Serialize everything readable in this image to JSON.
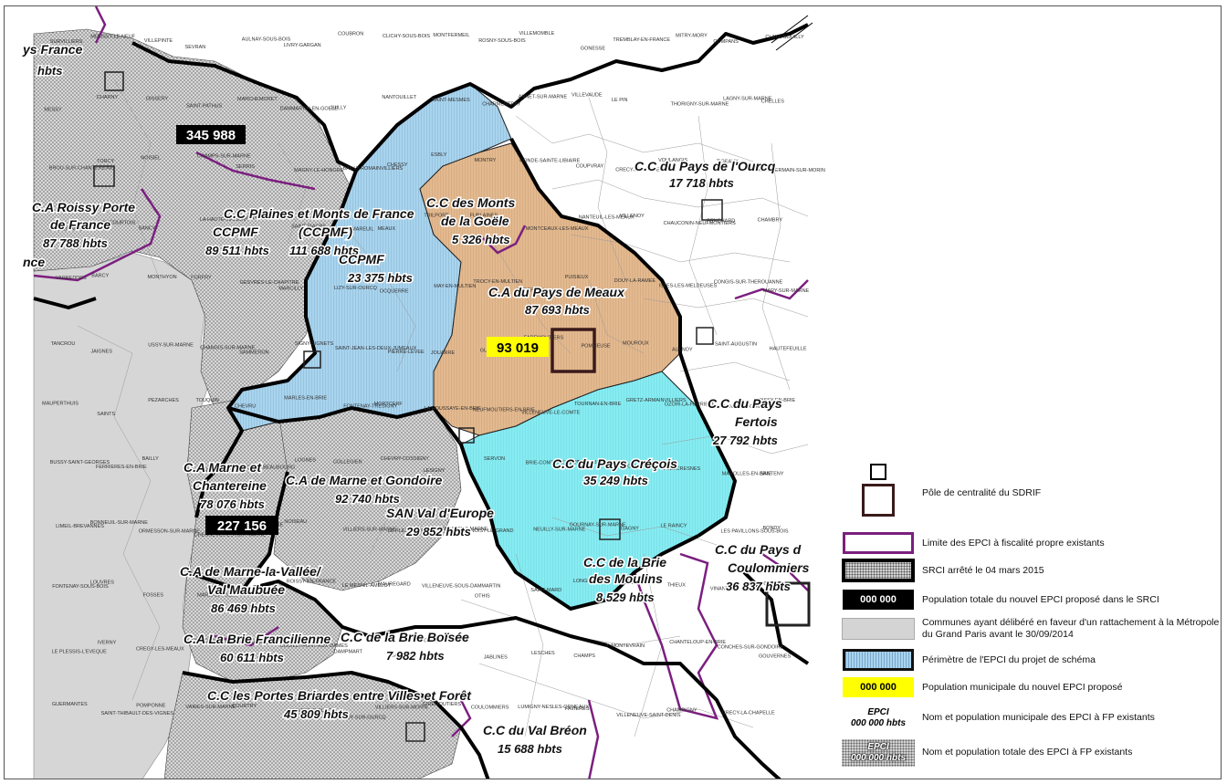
{
  "map": {
    "epci": [
      {
        "name": "C.C du Pays de l'Ourcq",
        "population": "17 718 hbts"
      },
      {
        "name": "C.C des Monts de la Goële",
        "population": "5 326 hbts"
      },
      {
        "name": "C.A du Pays de Meaux",
        "population": "87 693 hbts"
      },
      {
        "name": "C.C du Pays Fertois",
        "population": "27 792 hbts"
      },
      {
        "name": "C.C du Pays Créçois",
        "population": "35 249 hbts"
      },
      {
        "name": "C.C de la Brie des Moulins",
        "population": "8 529 hbts"
      },
      {
        "name": "C.C du Pays de Coulommiers",
        "population": "36 837 hbts"
      },
      {
        "name": "C.C de la Brie Boïsée",
        "population": "7 982 hbts"
      },
      {
        "name": "C.C du Val Bréon",
        "population": "15 688 hbts"
      },
      {
        "name": "C.C Plaines et Monts de France (CCPMF)",
        "population": "111 688 hbts"
      },
      {
        "name": "CCPMF",
        "population": "89 511 hbts"
      },
      {
        "name": "CCPMF",
        "population": "23 375 hbts"
      },
      {
        "name": "C.A Roissy Porte de France",
        "population": "87 788 hbts"
      },
      {
        "name": "C.A Marne et Chantereine",
        "population": "78 076 hbts"
      },
      {
        "name": "C.A de Marne et Gondoire",
        "population": "92 740 hbts"
      },
      {
        "name": "SAN Val d'Europe",
        "population": "29 852 hbts"
      },
      {
        "name": "C.A de Marne-la-Vallée/ Val Maubuée",
        "population": "86 469 hbts"
      },
      {
        "name": "C.A La Brie Francilienne",
        "population": "60 611 hbts"
      },
      {
        "name": "C.C les Portes Briardes entre Villes et Forêt",
        "population": "45 809 hbts"
      }
    ],
    "partial_labels": {
      "top_left_name": "ys France",
      "top_left_pop": "hbts",
      "left_fragment": "nce"
    },
    "badges": {
      "total_1": "345 988",
      "total_2": "227 156",
      "municipal": "93 019"
    },
    "communes": [
      "SURVILLIERS",
      "MOUSSY-LE-NEUF",
      "VILLEPINTE",
      "SEVRAN",
      "AULNAY-SOUS-BOIS",
      "LIVRY-GARGAN",
      "COUBRON",
      "CLICHY-SOUS-BOIS",
      "MONTFERMEIL",
      "ROSNY-SOUS-BOIS",
      "VILLEMOMBLE",
      "GONESSE",
      "TREMBLAY-EN-FRANCE",
      "MITRY-MORY",
      "COMPANS",
      "CLAYE-SOUILLY",
      "MESSY",
      "CHARNY",
      "OISSERY",
      "SAINT-PATHUS",
      "MARCHEMORET",
      "DAMMARTIN-EN-GOELE",
      "JUILLY",
      "NANTOUILLET",
      "SAINT-MESMES",
      "CHARMENTRAY",
      "ANNET-SUR-MARNE",
      "VILLEVAUDE",
      "LE PIN",
      "THORIGNY-SUR-MARNE",
      "LAGNY-SUR-MARNE",
      "CHELLES",
      "BROU-SUR-CHANTEREINE",
      "TORCY",
      "NOISIEL",
      "CHAMPS-SUR-MARNE",
      "SERRIS",
      "MAGNY-LE-HONGRE",
      "BAILLY-ROMAINVILLIERS",
      "CHESSY",
      "ESBLY",
      "MONTRY",
      "CONDE-SAINTE-LIBIAIRE",
      "COUPVRAY",
      "CRECY-LA-CHAPELLE",
      "VOULANGIS",
      "TIGEAUX",
      "SAINT-GERMAIN-SUR-MORIN",
      "COULOMMES",
      "VAUCOURTOIS",
      "SANCY",
      "LA HAUTE-MAISON",
      "BOUTIGNY",
      "SAINT-FIACRE",
      "VILLEMAREUIL",
      "MEAUX",
      "TRILPORT",
      "FUBLAINES",
      "MONTCEAUX-LES-MEAUX",
      "NANTEUIL-LES-MEAUX",
      "VILLENOY",
      "CHAUCONIN-NEUFMONTIERS",
      "PENCHARD",
      "CHAMBRY",
      "VARREDDES",
      "BARCY",
      "MONTHYON",
      "FORFRY",
      "GESVRES-LE-CHAPITRE",
      "MARCILLY",
      "LIZY-SUR-OURCQ",
      "OCQUERRE",
      "MAY-EN-MULTIEN",
      "TROCY-EN-MULTIEN",
      "ETREPILLY",
      "PUISIEUX",
      "DOUY-LA-RAMEE",
      "ISLES-LES-MELDEUSES",
      "CONGIS-SUR-THEROUANNE",
      "MARY-SUR-MARNE",
      "TANCROU",
      "JAIGNES",
      "USSY-SUR-MARNE",
      "CHANGIS-SUR-MARNE",
      "SAMMERON",
      "SIGNY-SIGNETS",
      "SAINT-JEAN-LES-DEUX-JUMEAUX",
      "PIERRE-LEVEE",
      "JOUARRE",
      "GUERARD",
      "FAREMOUTIERS",
      "POMMEUSE",
      "MOUROUX",
      "AULNOY",
      "SAINT-AUGUSTIN",
      "HAUTEFEUILLE",
      "MAUPERTHUIS",
      "SAINTS",
      "PEZARCHES",
      "TOUQUIN",
      "CHEVRU",
      "MARLES-EN-BRIE",
      "FONTENAY-TRESIGNY",
      "MORTCERF",
      "LA HOUSSAYE-EN-BRIE",
      "NEUFMOUTIERS-EN-BRIE",
      "VILLENEUVE-LE-COMTE",
      "TOURNAN-EN-BRIE",
      "GRETZ-ARMAINVILLIERS",
      "OZOIR-LA-FERRIERE",
      "PONTAULT-COMBAULT",
      "ROISSY-EN-BRIE",
      "BUSSY-SAINT-GEORGES",
      "FERRIERES-EN-BRIE",
      "BAILLY",
      "EMERAINVILLE",
      "CROISSY-BEAUBOURG",
      "LOGNES",
      "COLLEGIEN",
      "CHEVRY-COSSIGNY",
      "LESIGNY",
      "SERVON",
      "BRIE-COMTE-ROBERT",
      "SUCY-EN-BRIE",
      "BOISSY-SAINT-LEGER",
      "VILLECRESNES",
      "MAROLLES-EN-BRIE",
      "SANTENY",
      "LIMEIL-BREVANNES",
      "BONNEUIL-SUR-MARNE",
      "ORMESSON-SUR-MARNE",
      "CHENNEVIERES-SUR-MARNE",
      "LA QUEUE-EN-BRIE",
      "NOISEAU",
      "VILLIERS-SUR-MARNE",
      "LE PLESSIS-TREVISE",
      "CHAMPIGNY-SUR-MARNE",
      "NOISY-LE-GRAND",
      "NEUILLY-SUR-MARNE",
      "GOURNAY-SUR-MARNE",
      "GAGNY",
      "LE RAINCY",
      "LES PAVILLONS-SOUS-BOIS",
      "BONDY",
      "FONTENAY-SOUS-BOIS",
      "LOUVRES",
      "FOSSES",
      "MARLY-LA-VILLE",
      "GOUSSAINVILLE",
      "ROISSY-EN-FRANCE",
      "LE MESNIL-AMELOT",
      "MAUREGARD",
      "VILLENEUVE-SOUS-DAMMARTIN",
      "OTHIS",
      "SAINT-MARD",
      "LONGPERRIER",
      "ROUVRES",
      "THIEUX",
      "VINANTES",
      "GRESSY",
      "LE PLESSIS-L'EVEQUE",
      "IVERNY",
      "CREGY-LES-MEAUX",
      "QUINCY-VOISINS",
      "MAREUIL-LES-MEAUX",
      "COUILLY-PONT-AUX-DAMES",
      "DAMPMART",
      "CARNETIN",
      "CHALIFERT",
      "JABLINES",
      "LESCHES",
      "CHAMPS",
      "MONTEVRAIN",
      "CHANTELOUP-EN-BRIE",
      "CONCHES-SUR-GONDOIRE",
      "GOUVERNES",
      "GUERMANTES",
      "SAINT-THIBAULT-DES-VIGNES",
      "POMPONNE",
      "VAIRES-SUR-MARNE",
      "COURTRY",
      "LE PLESSIS-PLACY",
      "CROUY-SUR-OURCQ",
      "VILLIERS-SUR-MORIN",
      "GIREMOUTIERS",
      "COULOMMIERS",
      "LUMIGNY-NESLES-ORMEAUX",
      "FAVIERES",
      "VILLENEUVE-SAINT-DENIS",
      "CHAMPIGNY",
      "CRECY-LA-CHAPELLE"
    ],
    "colors": {
      "blue": "#a9d4ee",
      "cyan": "#86ecf2",
      "orange": "#e3b98f",
      "srci": "#cfcfcf",
      "metropole": "#d4d4d4",
      "purple": "#7b1f7f",
      "yellow": "#ffff00",
      "black": "#000000"
    }
  },
  "legend": {
    "items": [
      {
        "symbol": "small-square",
        "text": ""
      },
      {
        "symbol": "large-square",
        "text": "Pôle de centralité du SDRIF"
      },
      {
        "symbol": "purple-outline",
        "text": "Limite des EPCI à fiscalité propre existants"
      },
      {
        "symbol": "dotted-black-outline",
        "text": "SRCI arrêté le 04 mars 2015"
      },
      {
        "symbol": "black-box",
        "label": "000 000",
        "text": "Population totale du nouvel EPCI proposé dans le SRCI"
      },
      {
        "symbol": "grey-box",
        "text": "Communes ayant délibéré en faveur d'un rattachement à la Métropole du Grand Paris avant le 30/09/2014"
      },
      {
        "symbol": "blue-box",
        "text": "Périmètre de l'EPCI du projet de schéma"
      },
      {
        "symbol": "yellow-box",
        "label": "000 000",
        "text": "Population municipale du nouvel EPCI proposé"
      },
      {
        "symbol": "epci-text",
        "label": "EPCI",
        "label2": "000 000 hbts",
        "text": "Nom et population municipale des EPCI à FP existants"
      },
      {
        "symbol": "epci-dotted",
        "label": "EPCI",
        "label2": "000 000 hbts",
        "text": "Nom et population totale des EPCI à FP existants"
      }
    ]
  }
}
